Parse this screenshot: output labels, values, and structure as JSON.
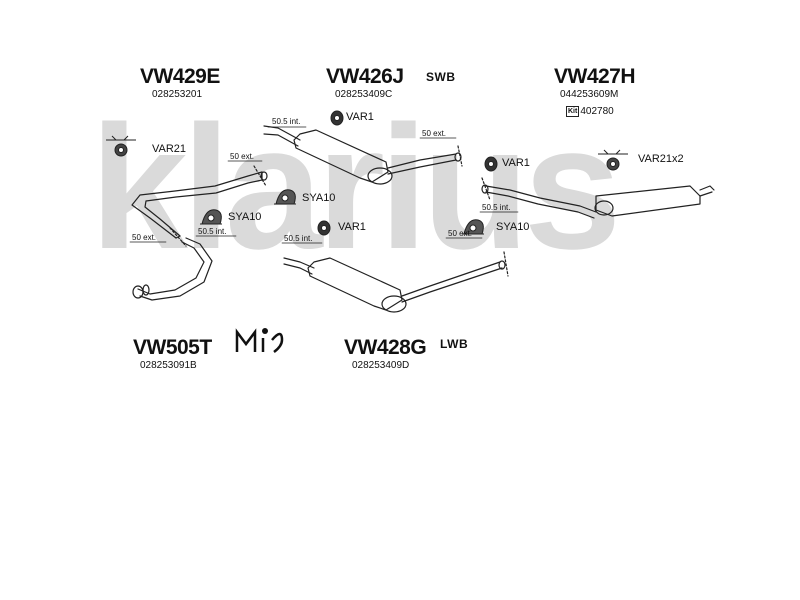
{
  "watermark": "klarius",
  "parts": {
    "vw429e": {
      "code": "VW429E",
      "number": "028253201"
    },
    "vw426j": {
      "code": "VW426J",
      "number": "028253409C",
      "variant": "SWB"
    },
    "vw427h": {
      "code": "VW427H",
      "number": "044253609M",
      "kit": "402780",
      "kit_icon_text": "Kit"
    },
    "vw505t": {
      "code": "VW505T",
      "number": "028253091B"
    },
    "vw428g": {
      "code": "VW428G",
      "number": "028253409D",
      "variant": "LWB"
    }
  },
  "fittings": {
    "var21": "VAR21",
    "var1_top": "VAR1",
    "var1_right": "VAR1",
    "var1_mid": "VAR1",
    "sya10_a": "SYA10",
    "sya10_b": "SYA10",
    "sya10_c": "SYA10",
    "var21x2": "VAR21x2"
  },
  "dimensions": {
    "d1": "50.5 int.",
    "d2": "50 ext.",
    "d3": "50 ext.",
    "d4": "50.5 int.",
    "d5": "50 ext.",
    "d6": "50.5 int.",
    "d7": "50.5 int.",
    "d8": "50 ext."
  },
  "colors": {
    "watermark": "#d6d6d6",
    "line": "#222222"
  }
}
